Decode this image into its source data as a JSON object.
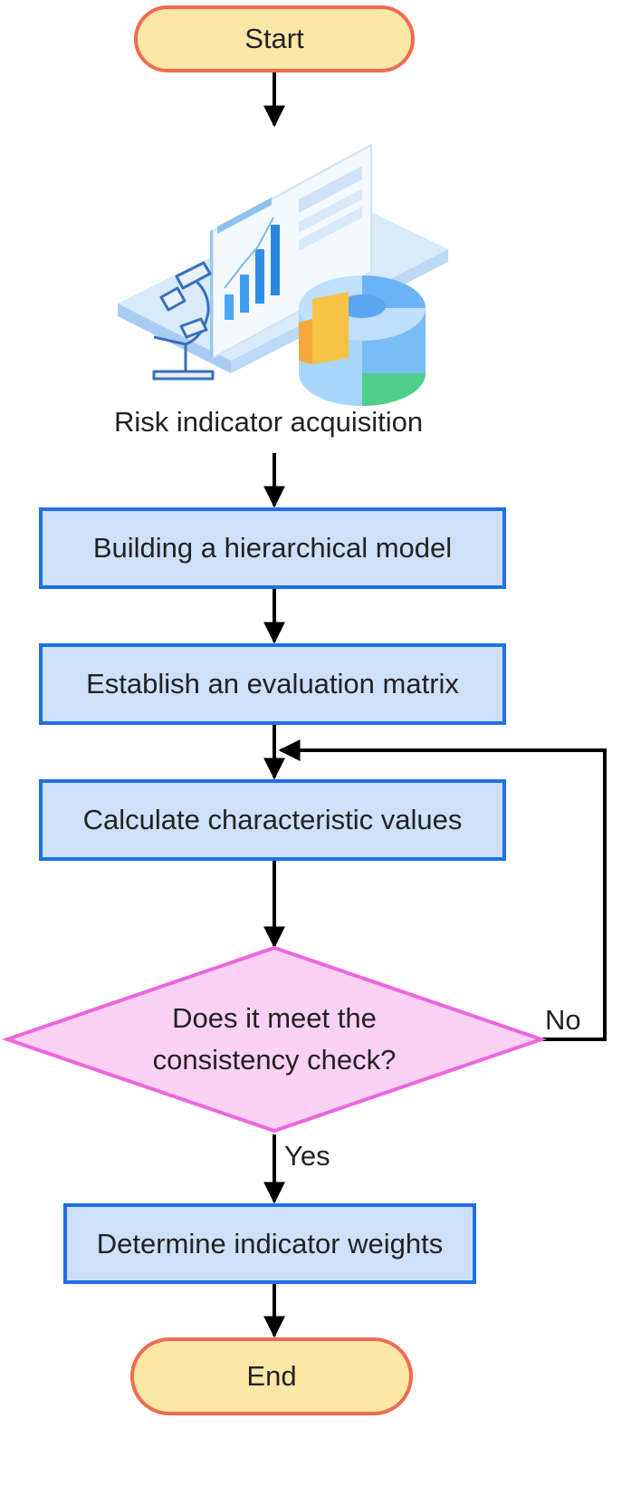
{
  "nodes": {
    "start": "Start",
    "acquisition": "Risk indicator acquisition",
    "hierarchical_model": "Building a hierarchical model",
    "evaluation_matrix": "Establish an evaluation matrix",
    "characteristic_values": "Calculate characteristic values",
    "decision_line1": "Does it meet the",
    "decision_line2": "consistency check?",
    "indicator_weights": "Determine indicator weights",
    "end": "End"
  },
  "edges": {
    "yes_label": "Yes",
    "no_label": "No"
  },
  "colors": {
    "terminal_fill": "#fde7a8",
    "terminal_border": "#f26a4f",
    "process_fill": "#cfe0fb",
    "process_border": "#1f6fe8",
    "decision_fill": "#fbd1f4",
    "decision_border": "#ee66dd"
  }
}
